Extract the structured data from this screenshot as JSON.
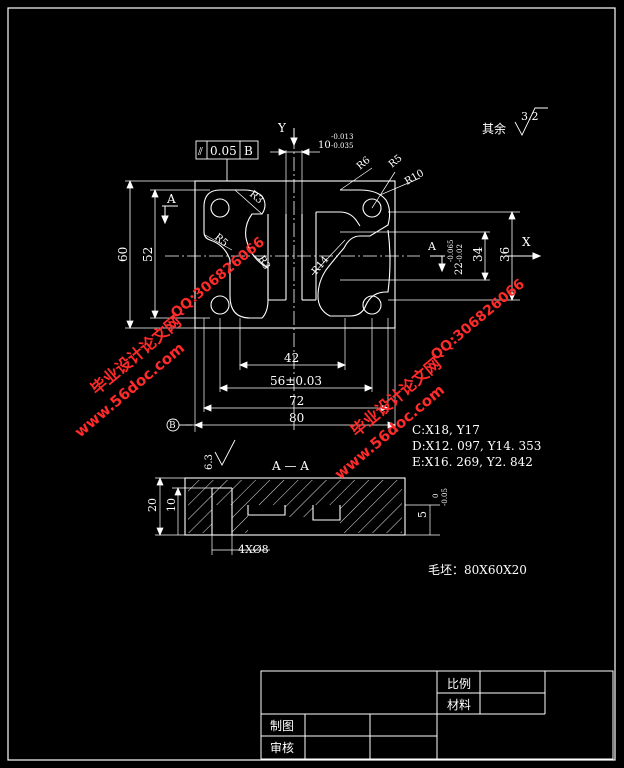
{
  "dimensions": {
    "height_60": "60",
    "height_52": "52",
    "height_34": "34",
    "height_36": "36",
    "width_42": "42",
    "width_56": "56±0.03",
    "width_72": "72",
    "width_80": "80",
    "slot_10": "10",
    "slot_10_upper": "-0.013",
    "slot_10_lower": "-0.035",
    "slot_22": "22",
    "slot_22_upper": "-0.065",
    "slot_22_lower": "-0.02",
    "r5_left": "R5",
    "r3_top": "R3",
    "r3_center": "R3",
    "r6": "R6",
    "r5_right": "R5",
    "r10": "R10",
    "r14": "R14",
    "depth_5": "5",
    "depth_5_upper": "0",
    "depth_5_lower": "-0.05",
    "section_20": "20",
    "section_10": "10",
    "holes": "4XØ8"
  },
  "tolerance_frame": {
    "symbol": "⫽",
    "value": "0.05",
    "datum": "B"
  },
  "labels": {
    "axis_y": "Y",
    "axis_x": "X",
    "section_mark_top": "A",
    "section_mark_right": "A",
    "datum_b": "B",
    "section_title": "A — A",
    "roughness_rest_label": "其余",
    "roughness_rest_value": "3.2",
    "roughness_section_value": "6.3"
  },
  "coordinates": {
    "c": "C:X18, Y17",
    "d": "D:X12. 097, Y14. 353",
    "e": "E:X16. 269, Y2. 842"
  },
  "blank_stock": "毛坯：80X60X20",
  "title_block": {
    "scale": "比例",
    "material": "材料",
    "drawn": "制图",
    "checked": "审核"
  },
  "watermarks": {
    "site": "www.56doc.com",
    "name": "毕业设计论文网",
    "qq": "QQ:306826066"
  }
}
